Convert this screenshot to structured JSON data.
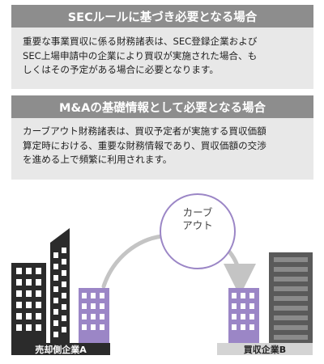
{
  "sections": [
    {
      "header": "SECルールに基づき必要となる場合",
      "lines": [
        "重要な事業買収に係る財務諸表は、SEC登録企業および",
        "SEC上場申請中の企業により買収が実施された場合、も",
        "しくはその予定がある場合に必要となります。"
      ]
    },
    {
      "header": "M&Aの基礎情報として必要となる場合",
      "lines": [
        "カーブアウト財務諸表は、買収予定者が実施する買収価額",
        "算定時における、重要な財務情報であり、買収価額の交渉",
        "を進める上で頻繁に利用されます。"
      ]
    }
  ],
  "diagram": {
    "circle_lines": [
      "カーブ",
      "アウト"
    ],
    "label_a": "売却側企業A",
    "label_b": "買収企業B"
  },
  "colors": {
    "header_bg": "#8d8d8d",
    "body_bg": "#e8e8e8",
    "building_dark": "#2b2b2b",
    "building_purple": "#9b86c6",
    "building_grey": "#5a5a5a",
    "arrow": "#c4c4c4",
    "circle_border": "#9b86c6"
  }
}
